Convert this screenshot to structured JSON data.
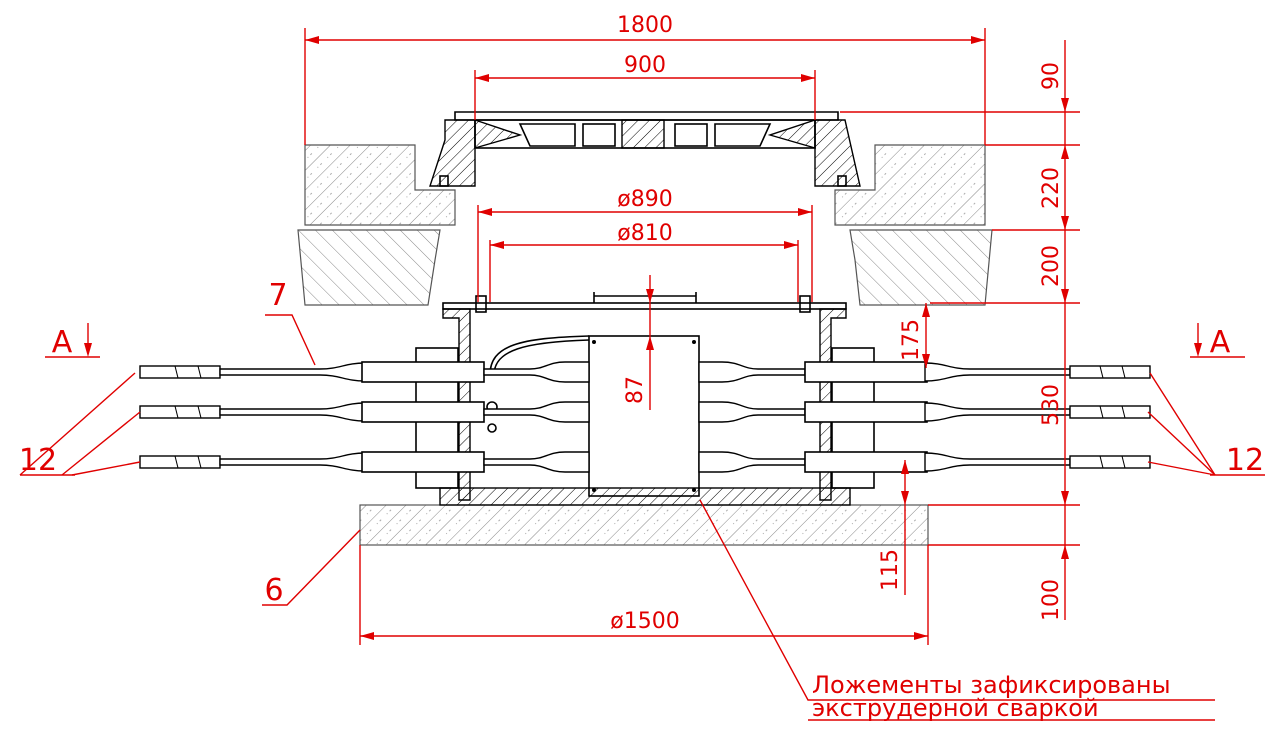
{
  "dimensions": {
    "top_width": "1800",
    "cover_width": "900",
    "inner_dia_1": "ø890",
    "inner_dia_2": "ø810",
    "base_dia": "ø1500",
    "cover_height": "90",
    "ring_height": "220",
    "ring_height_2": "200",
    "top_gap": "175",
    "box_offset": "87",
    "well_height": "530",
    "bottom_gap": "115",
    "base_thickness": "100"
  },
  "callouts": {
    "cable_label": "7",
    "base_label": "6",
    "left_cables": "12",
    "right_cables": "12",
    "section_left": "A",
    "section_right": "A"
  },
  "note": {
    "line1": "Ложементы зафиксированы",
    "line2": "экструдерной сваркой"
  },
  "colors": {
    "dimension": "#e00000",
    "outline": "#000000"
  }
}
